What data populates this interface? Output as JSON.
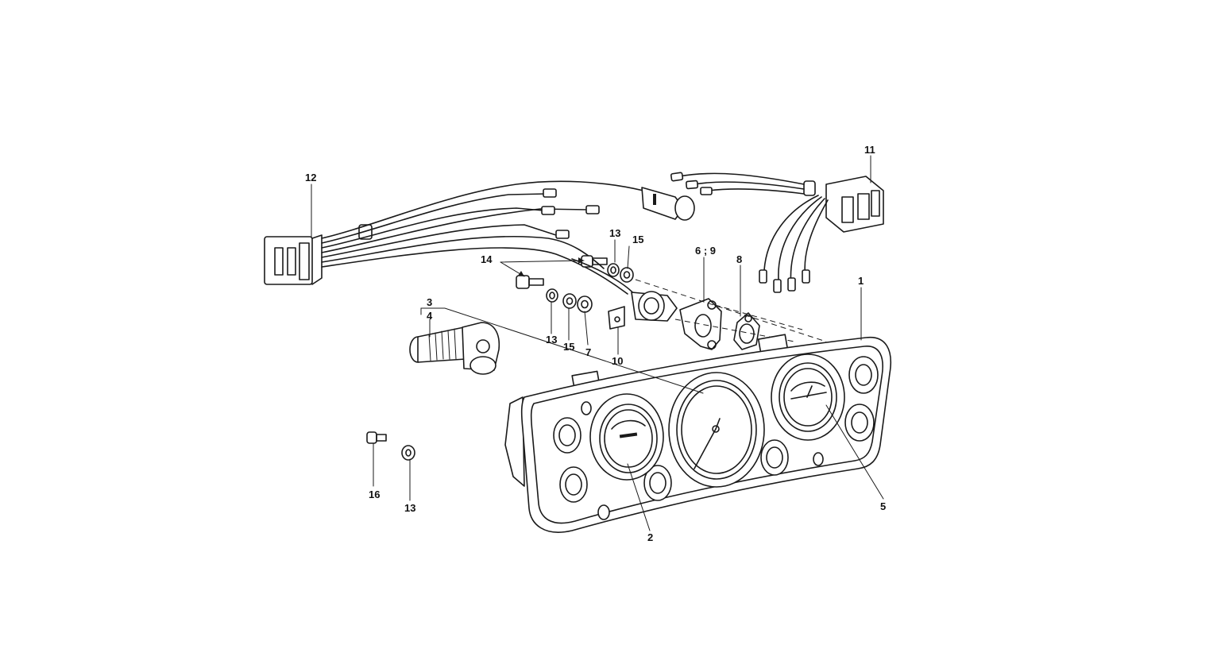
{
  "diagram": {
    "callouts": {
      "c1": "1",
      "c2": "2",
      "c3": "3",
      "c4": "4",
      "c5": "5",
      "c6_9": "6 ; 9",
      "c7": "7",
      "c8": "8",
      "c10": "10",
      "c11": "11",
      "c12": "12",
      "c13a": "13",
      "c13b": "13",
      "c13c": "13",
      "c14": "14",
      "c15a": "15",
      "c15b": "15",
      "c16": "16"
    }
  }
}
